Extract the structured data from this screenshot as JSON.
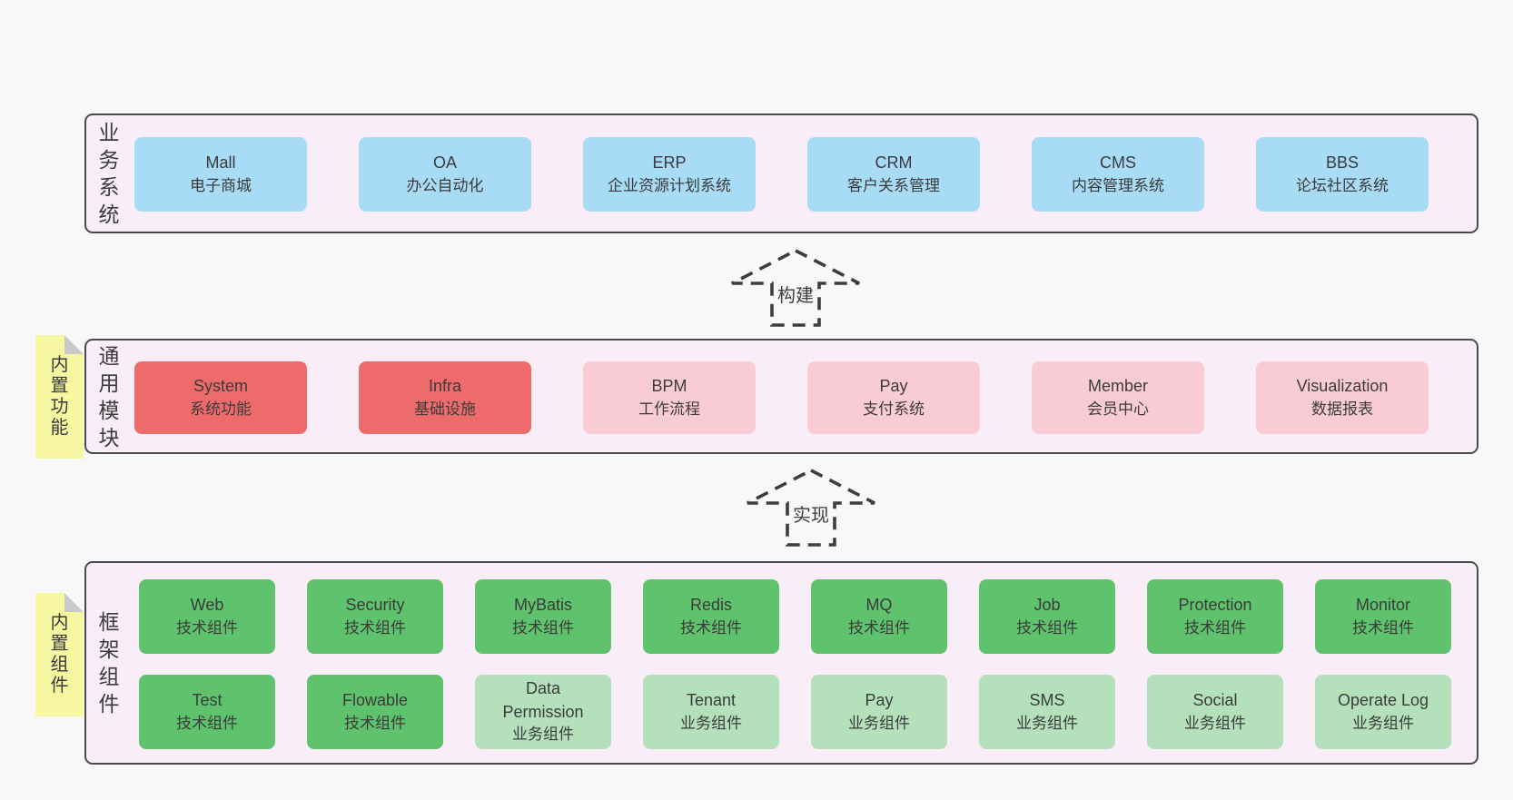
{
  "colors": {
    "page_bg": "#f8f8f8",
    "container_bg": "#f9eef7",
    "container_border": "#4a4a4a",
    "box_blue": "#a8dbf5",
    "box_red": "#ee6b6c",
    "box_pink": "#f9cbd4",
    "box_green": "#5fc26d",
    "box_green_light": "#b4e1bc",
    "note_yellow": "#f8f7a1",
    "text": "#3b3b3b"
  },
  "arrows": [
    {
      "label": "构建"
    },
    {
      "label": "实现"
    }
  ],
  "layers": [
    {
      "label": "业务系统",
      "boxes": [
        {
          "name": "Mall",
          "subtitle": "电子商城",
          "variant": "blue"
        },
        {
          "name": "OA",
          "subtitle": "办公自动化",
          "variant": "blue"
        },
        {
          "name": "ERP",
          "subtitle": "企业资源计划系统",
          "variant": "blue"
        },
        {
          "name": "CRM",
          "subtitle": "客户关系管理",
          "variant": "blue"
        },
        {
          "name": "CMS",
          "subtitle": "内容管理系统",
          "variant": "blue"
        },
        {
          "name": "BBS",
          "subtitle": "论坛社区系统",
          "variant": "blue"
        }
      ]
    },
    {
      "label": "通用模块",
      "note": "内置功能",
      "boxes": [
        {
          "name": "System",
          "subtitle": "系统功能",
          "variant": "red"
        },
        {
          "name": "Infra",
          "subtitle": "基础设施",
          "variant": "red"
        },
        {
          "name": "BPM",
          "subtitle": "工作流程",
          "variant": "pink"
        },
        {
          "name": "Pay",
          "subtitle": "支付系统",
          "variant": "pink"
        },
        {
          "name": "Member",
          "subtitle": "会员中心",
          "variant": "pink"
        },
        {
          "name": "Visualization",
          "subtitle": "数据报表",
          "variant": "pink"
        }
      ]
    },
    {
      "label": "框架组件",
      "note": "内置组件",
      "rows": [
        [
          {
            "name": "Web",
            "subtitle": "技术组件",
            "variant": "green"
          },
          {
            "name": "Security",
            "subtitle": "技术组件",
            "variant": "green"
          },
          {
            "name": "MyBatis",
            "subtitle": "技术组件",
            "variant": "green"
          },
          {
            "name": "Redis",
            "subtitle": "技术组件",
            "variant": "green"
          },
          {
            "name": "MQ",
            "subtitle": "技术组件",
            "variant": "green"
          },
          {
            "name": "Job",
            "subtitle": "技术组件",
            "variant": "green"
          },
          {
            "name": "Protection",
            "subtitle": "技术组件",
            "variant": "green"
          },
          {
            "name": "Monitor",
            "subtitle": "技术组件",
            "variant": "green"
          }
        ],
        [
          {
            "name": "Test",
            "subtitle": "技术组件",
            "variant": "green"
          },
          {
            "name": "Flowable",
            "subtitle": "技术组件",
            "variant": "green"
          },
          {
            "name": "Data Permission",
            "subtitle": "业务组件",
            "variant": "green-light"
          },
          {
            "name": "Tenant",
            "subtitle": "业务组件",
            "variant": "green-light"
          },
          {
            "name": "Pay",
            "subtitle": "业务组件",
            "variant": "green-light"
          },
          {
            "name": "SMS",
            "subtitle": "业务组件",
            "variant": "green-light"
          },
          {
            "name": "Social",
            "subtitle": "业务组件",
            "variant": "green-light"
          },
          {
            "name": "Operate Log",
            "subtitle": "业务组件",
            "variant": "green-light"
          }
        ]
      ]
    }
  ]
}
